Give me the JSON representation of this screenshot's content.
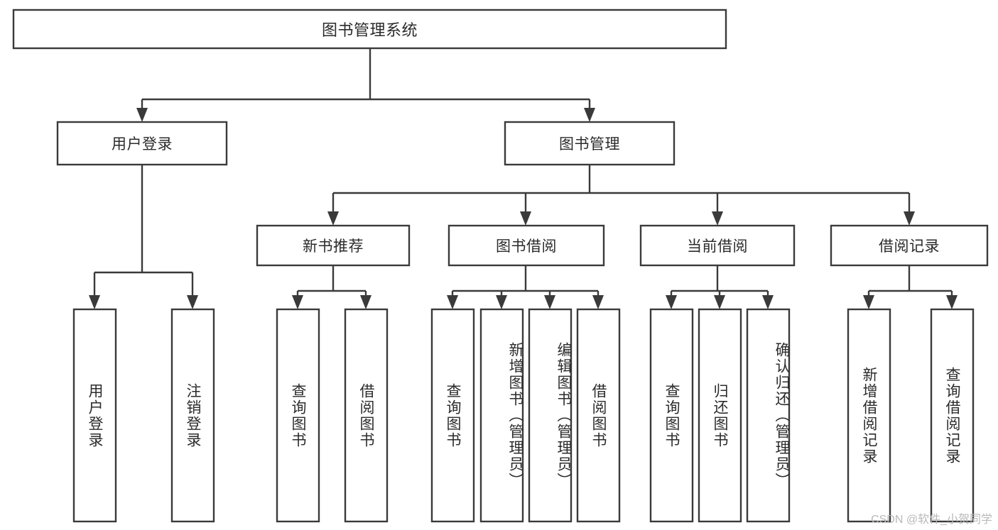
{
  "diagram": {
    "title": "图书管理系统",
    "type": "tree",
    "watermark": "CSDN @软件_小贺同学",
    "colors": {
      "stroke": "#3a3a3a",
      "fill": "#ffffff",
      "text": "#2b2b2b",
      "watermark": "#b9b9b9"
    },
    "root": {
      "label": "图书管理系统"
    },
    "level2": [
      {
        "label": "用户登录"
      },
      {
        "label": "图书管理"
      }
    ],
    "level3": [
      {
        "label": "新书推荐"
      },
      {
        "label": "图书借阅"
      },
      {
        "label": "当前借阅"
      },
      {
        "label": "借阅记录"
      }
    ],
    "leaves": {
      "user_login": [
        {
          "label": "用户登录"
        },
        {
          "label": "注销登录"
        }
      ],
      "new_book_recommend": [
        {
          "label": "查询图书"
        },
        {
          "label": "借阅图书"
        }
      ],
      "book_borrow": [
        {
          "label": "查询图书"
        },
        {
          "label": "新增图书（管理员）"
        },
        {
          "label": "编辑图书（管理员）"
        },
        {
          "label": "借阅图书"
        }
      ],
      "current_borrow": [
        {
          "label": "查询图书"
        },
        {
          "label": "归还图书"
        },
        {
          "label": "确认归还（管理员）"
        }
      ],
      "borrow_record": [
        {
          "label": "新增借阅记录"
        },
        {
          "label": "查询借阅记录"
        }
      ]
    }
  }
}
